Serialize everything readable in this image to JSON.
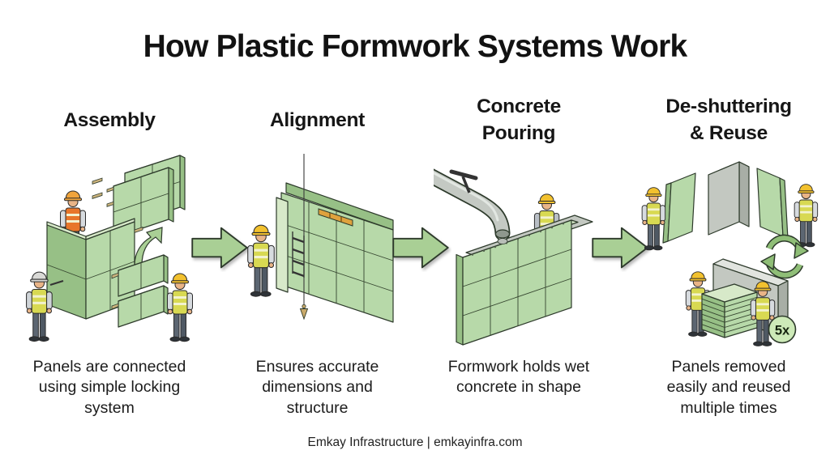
{
  "title": "How Plastic Formwork Systems Work",
  "footer": "Emkay Infrastructure | emkayinfra.com",
  "steps": [
    {
      "label": "Assembly",
      "caption": "Panels are connected\nusing simple locking\nsystem"
    },
    {
      "label": "Alignment",
      "caption": "Ensures accurate\ndimensions and\nstructure"
    },
    {
      "label": "Concrete\nPouring",
      "caption": "Formwork holds wet\nconcrete in shape"
    },
    {
      "label": "De-shuttering\n& Reuse",
      "caption": "Panels removed\neasily and reused\nmultiple times",
      "badge": "5x"
    }
  ],
  "colors": {
    "background": "#ffffff",
    "text": "#141414",
    "panel_green": "#b7d9a9",
    "panel_green_light": "#d7e9c9",
    "panel_green_dark": "#97c086",
    "arrow_green": "#a9cf95",
    "concrete_gray": "#c3c8c1",
    "helmet_yellow": "#f2c12e",
    "helmet_orange": "#f0a43c",
    "helmet_white": "#d9d9d6",
    "vest_yellow": "#d8d952",
    "vest_orange": "#e8762a",
    "level_orange": "#dfa23e",
    "badge_fill": "#cdeab8"
  }
}
